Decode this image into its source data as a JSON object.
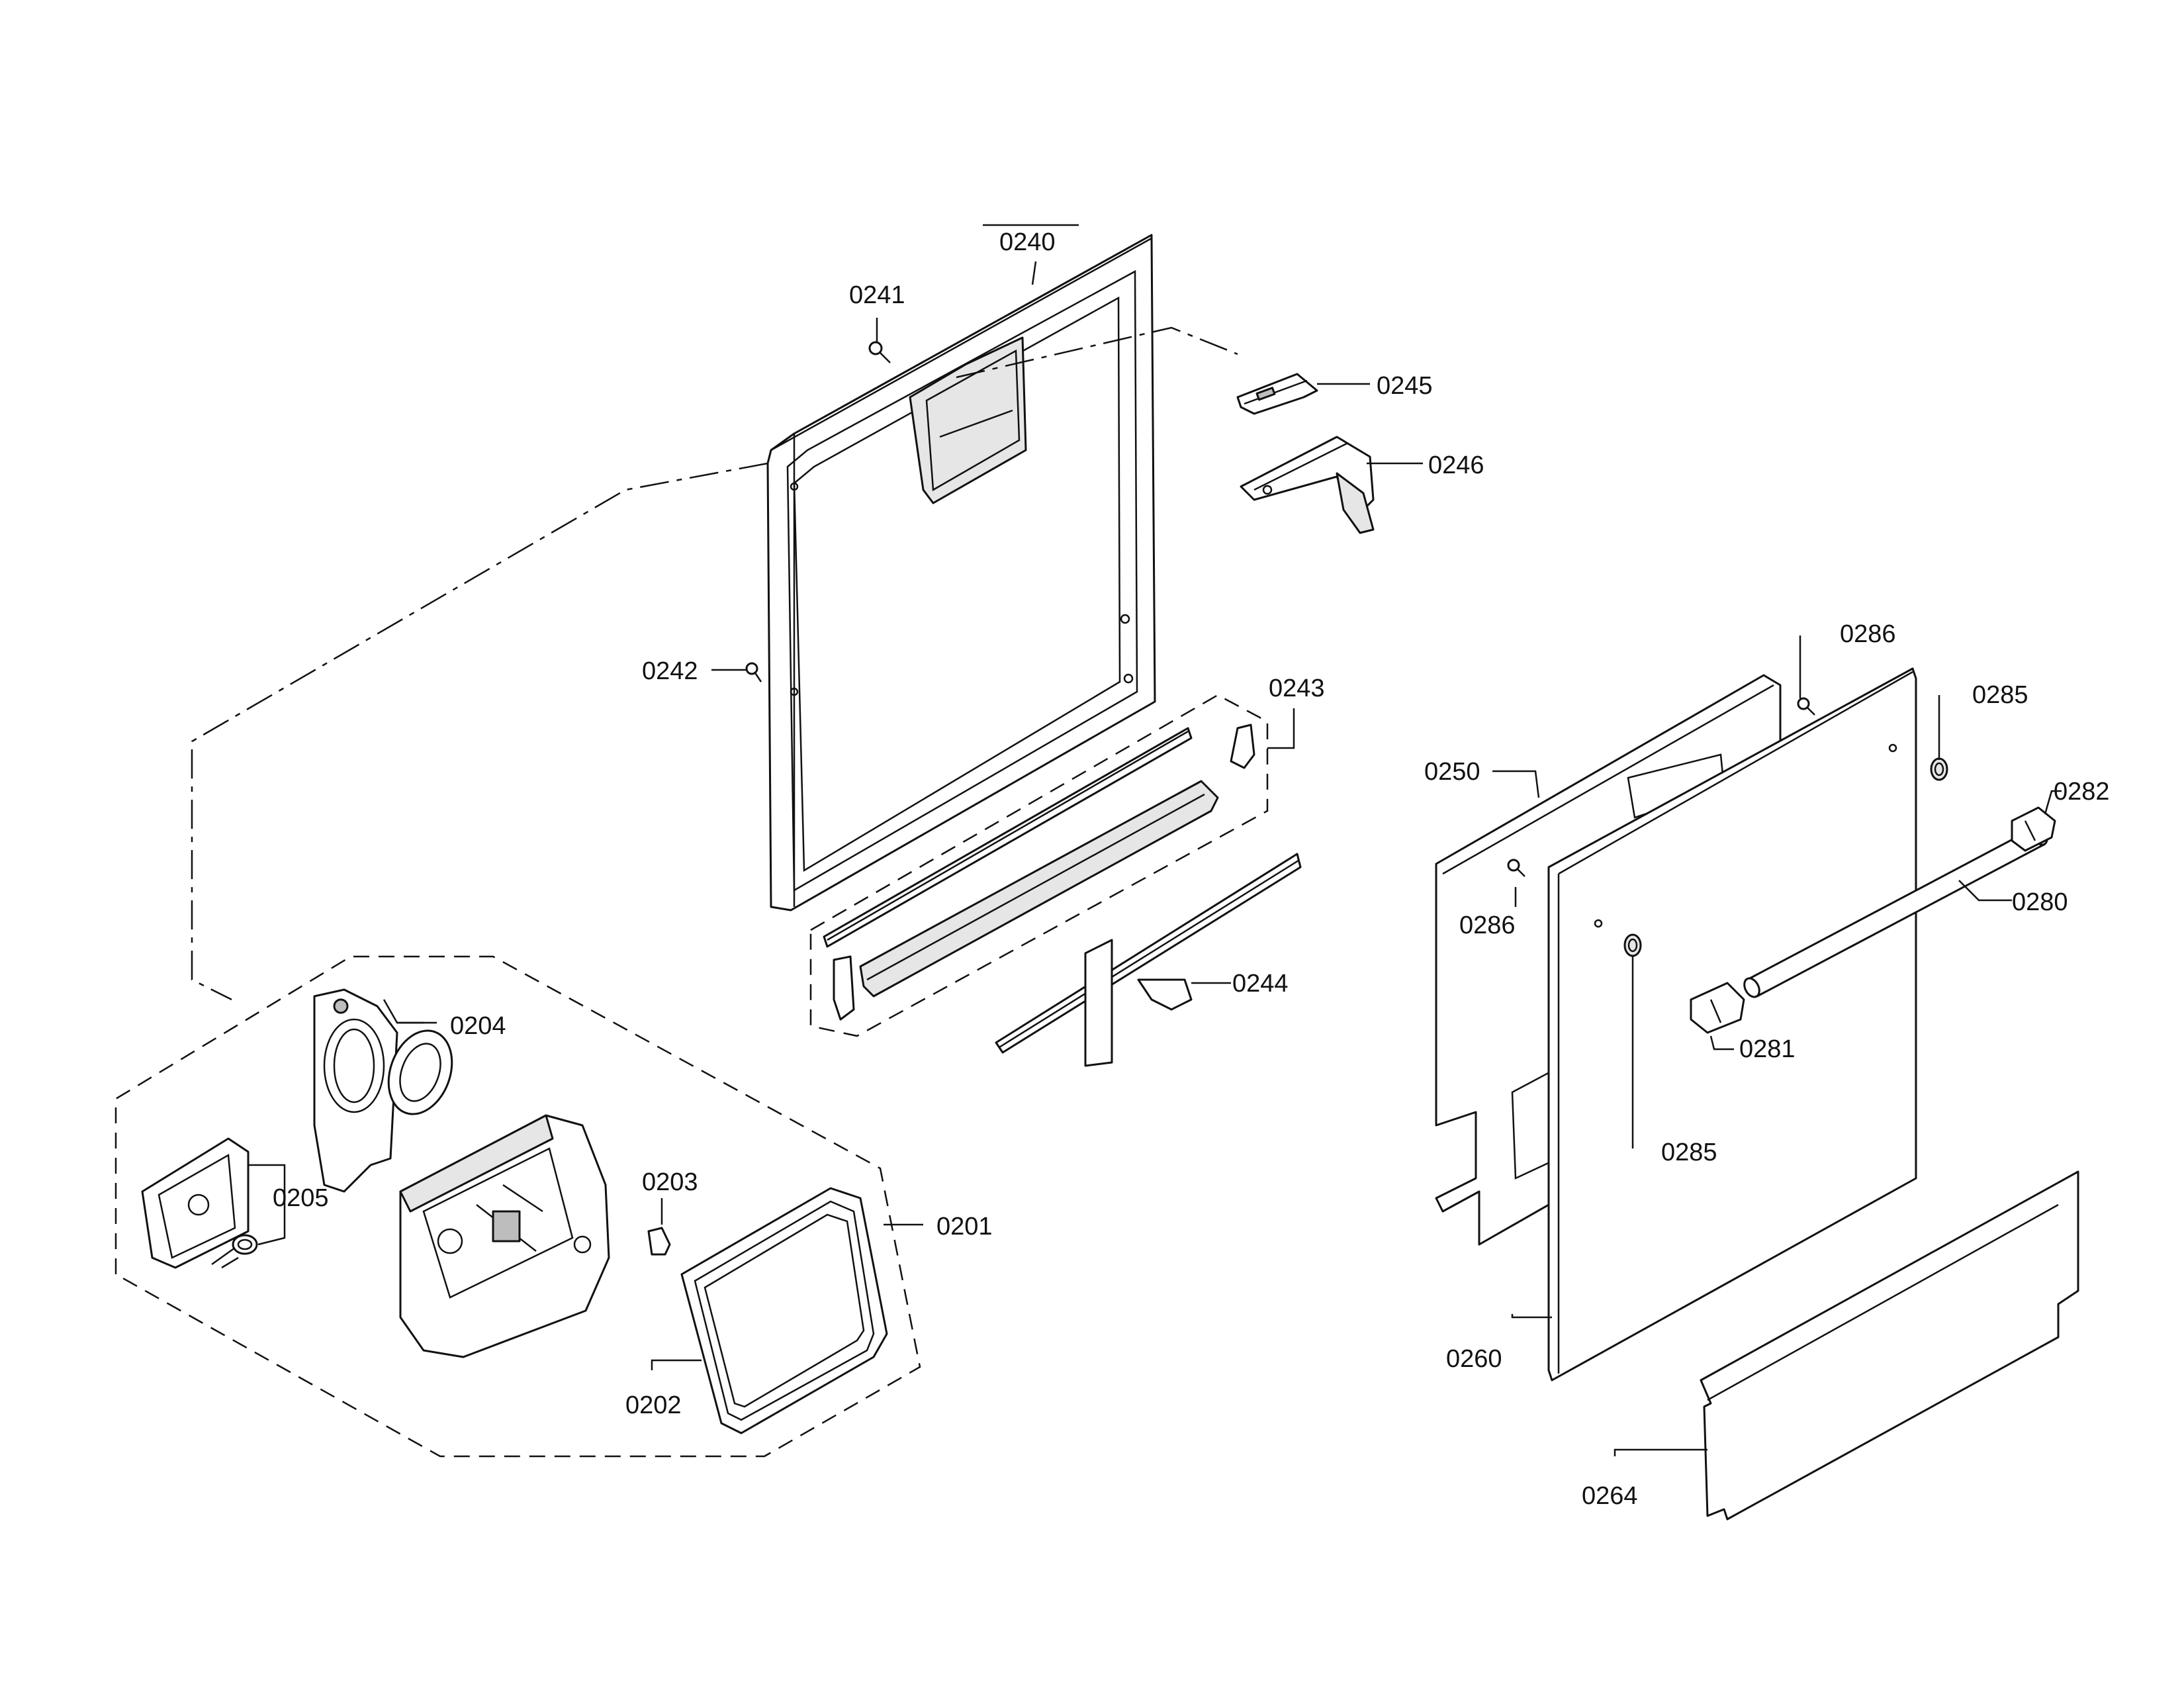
{
  "callouts": {
    "c0240": "0240",
    "c0241": "0241",
    "c0242": "0242",
    "c0243": "0243",
    "c0244": "0244",
    "c0245": "0245",
    "c0246": "0246",
    "c0250": "0250",
    "c0260": "0260",
    "c0264": "0264",
    "c0280": "0280",
    "c0281": "0281",
    "c0282": "0282",
    "c0285a": "0285",
    "c0285b": "0285",
    "c0286a": "0286",
    "c0286b": "0286",
    "c0201": "0201",
    "c0202": "0202",
    "c0203": "0203",
    "c0204": "0204",
    "c0205": "0205"
  }
}
